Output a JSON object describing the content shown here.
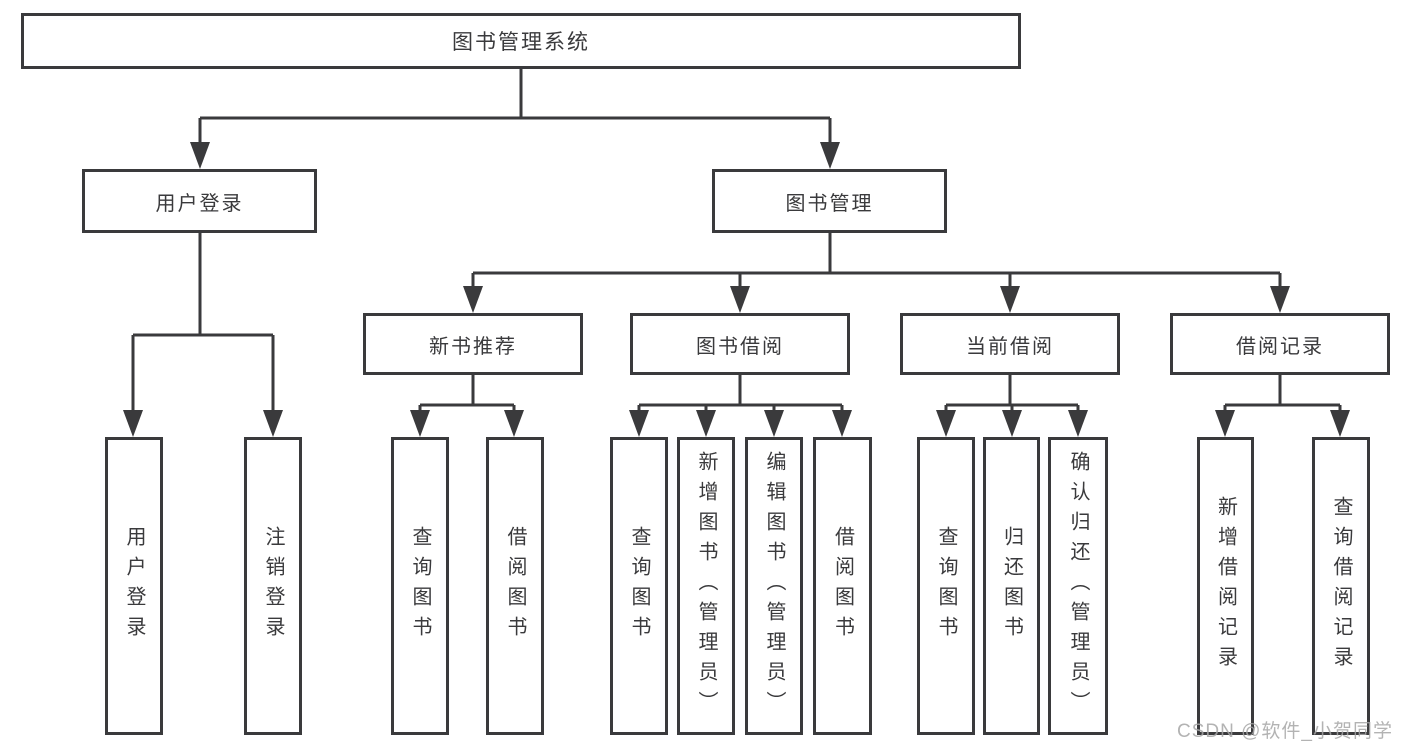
{
  "colors": {
    "line": "#3a3a3c",
    "text": "#3a3a3c",
    "background": "#ffffff",
    "watermark_color": "#a6a6a6"
  },
  "tree": {
    "root": {
      "label": "图书管理系统"
    },
    "children": [
      {
        "label": "用户登录",
        "children": [
          {
            "label": "用户登录"
          },
          {
            "label": "注销登录"
          }
        ]
      },
      {
        "label": "图书管理",
        "children": [
          {
            "label": "新书推荐",
            "children": [
              {
                "label": "查询图书"
              },
              {
                "label": "借阅图书"
              }
            ]
          },
          {
            "label": "图书借阅",
            "children": [
              {
                "label": "查询图书"
              },
              {
                "label": "新增图书（管理员）"
              },
              {
                "label": "编辑图书（管理员）"
              },
              {
                "label": "借阅图书"
              }
            ]
          },
          {
            "label": "当前借阅",
            "children": [
              {
                "label": "查询图书"
              },
              {
                "label": "归还图书"
              },
              {
                "label": "确认归还（管理员）"
              }
            ]
          },
          {
            "label": "借阅记录",
            "children": [
              {
                "label": "新增借阅记录"
              },
              {
                "label": "查询借阅记录"
              }
            ]
          }
        ]
      }
    ]
  },
  "watermark": {
    "text": "CSDN @软件_小贺同学"
  }
}
